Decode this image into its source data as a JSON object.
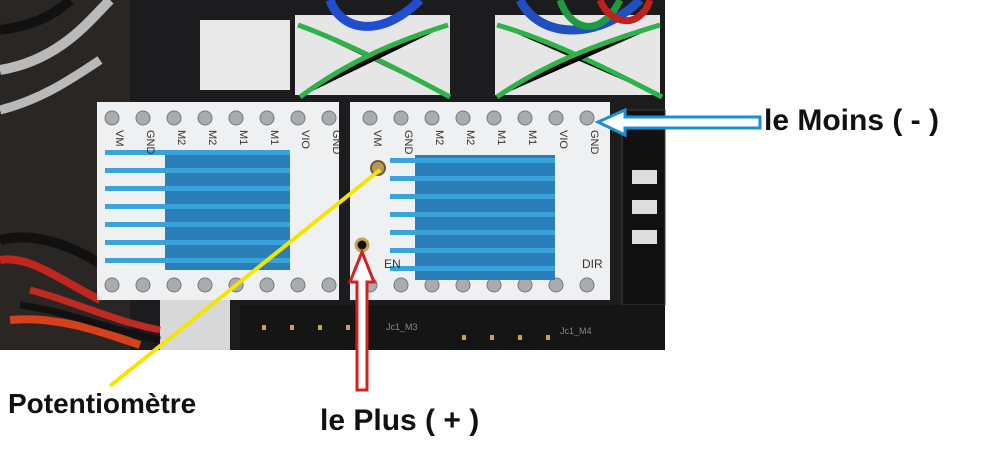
{
  "annotations": {
    "minus_label": "le Moins ( - )",
    "potentiometer_label": "Potentiomètre",
    "plus_label": "le Plus ( + )"
  },
  "board": {
    "driver_top_pins": [
      "VM",
      "GND",
      "M2",
      "M2",
      "M1",
      "M1",
      "VIO",
      "GND"
    ],
    "driver_bottom_labels": [
      "EN",
      "DIR"
    ],
    "connector_labels": [
      "Jc1_M3",
      "Jc1_M4"
    ]
  },
  "colors": {
    "minus_arrow": "#1a8fd6",
    "plus_arrow": "#d42020",
    "potentiometer_line": "#f2e600",
    "cross": "#2db34a",
    "heatsink": "#2f8fc9"
  }
}
